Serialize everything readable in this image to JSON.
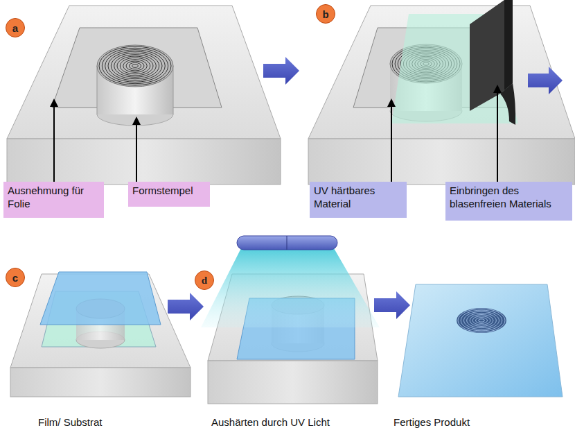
{
  "diagram": {
    "nodes": [
      {
        "text": [
          "a"
        ]
      },
      {
        "text": [
          "b"
        ]
      },
      {
        "text": [
          "Ausnehmung für Folie"
        ]
      },
      {
        "text": [
          "Formstempel"
        ]
      },
      {
        "text": [
          "UV härtbares Material"
        ]
      },
      {
        "text": [
          "Einbringen des blasenfreien Materials"
        ]
      },
      {
        "text": [
          "c"
        ]
      },
      {
        "text": [
          "d"
        ]
      }
    ],
    "labels": [
      "Film/ Substrat",
      "Aushärten durch UV Licht",
      "Fertiges Produkt"
    ]
  }
}
